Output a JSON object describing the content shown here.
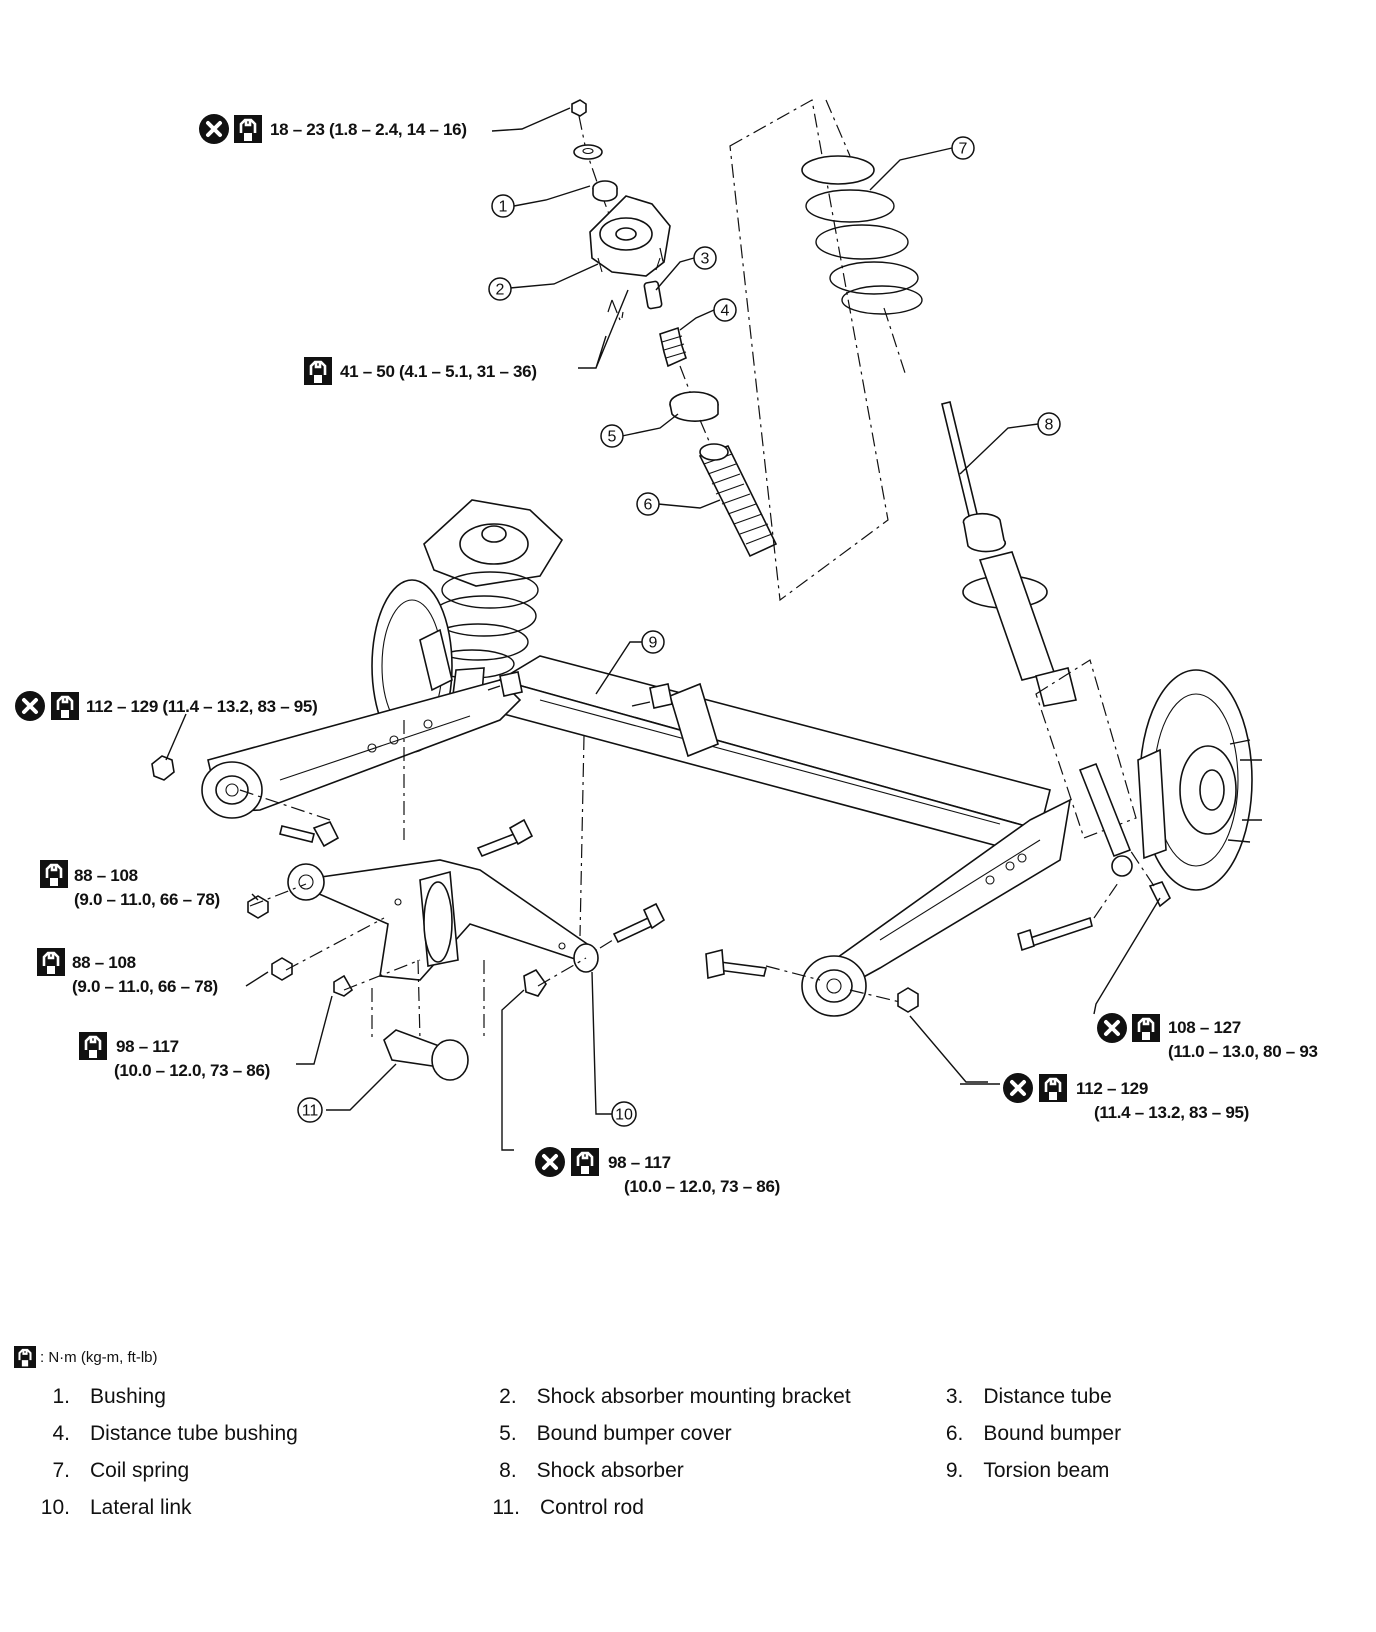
{
  "torque_labels": [
    "18 – 23 (1.8 – 2.4, 14 – 16)",
    "41 – 50 (4.1 – 5.1, 31 – 36)",
    "112 – 129 (11.4 – 13.2, 83 – 95)",
    "88 – 108",
    "(9.0 – 11.0, 66 – 78)",
    "88 – 108",
    "(9.0 – 11.0, 66 – 78)",
    "98 – 117",
    "(10.0 – 12.0, 73 – 86)",
    "98 – 117",
    "(10.0 – 12.0, 73 – 86)",
    "108 – 127",
    "(11.0 – 13.0, 80 – 93",
    "112 – 129",
    "(11.4 – 13.2, 83 – 95)"
  ],
  "callouts": [
    "1",
    "2",
    "3",
    "4",
    "5",
    "6",
    "7",
    "8",
    "9",
    "10",
    "11"
  ],
  "legend_unit": ": N·m (kg-m, ft-lb)",
  "parts": [
    {
      "num": "1.",
      "name": "Bushing"
    },
    {
      "num": "2.",
      "name": "Shock absorber mounting bracket"
    },
    {
      "num": "3.",
      "name": "Distance tube"
    },
    {
      "num": "4.",
      "name": "Distance tube bushing"
    },
    {
      "num": "5.",
      "name": "Bound bumper cover"
    },
    {
      "num": "6.",
      "name": "Bound bumper"
    },
    {
      "num": "7.",
      "name": "Coil spring"
    },
    {
      "num": "8.",
      "name": "Shock absorber"
    },
    {
      "num": "9.",
      "name": "Torsion beam"
    },
    {
      "num": "10.",
      "name": "Lateral link"
    },
    {
      "num": "11.",
      "name": "Control rod"
    }
  ]
}
